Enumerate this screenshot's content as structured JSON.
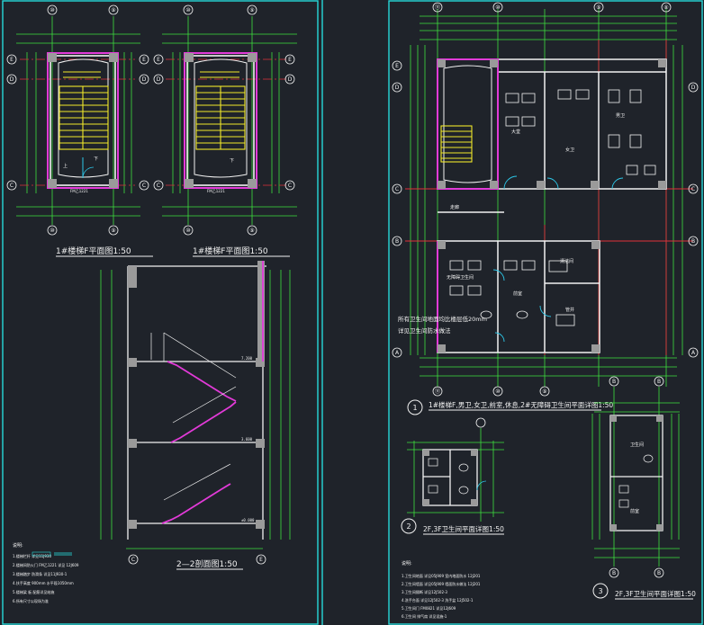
{
  "colors": {
    "background": "#1f232a",
    "frame": "#27d9d9",
    "dimension": "#3ee03e",
    "wall": "#f2f2f2",
    "stair": "#f2e82a",
    "grid_axis": "#e0303a",
    "highlight": "#e23ad8",
    "text": "#f2f2f2",
    "door": "#2cc7e8"
  },
  "left_sheet": {
    "plan1": {
      "title": "1#楼梯F平面图1:50",
      "grid_top": [
        "⑩",
        "⑨"
      ],
      "grid_bottom": [
        "⑩",
        "⑨"
      ],
      "grid_left": [
        "E",
        "D",
        "C"
      ],
      "grid_right": [
        "E",
        "D",
        "C"
      ],
      "labels": [
        "上",
        "下",
        "FM乙1221"
      ]
    },
    "plan2": {
      "title": "1#楼梯F平面图1:50",
      "grid_top": [
        "⑩",
        "⑨"
      ],
      "grid_bottom": [
        "⑩",
        "⑨"
      ],
      "grid_left": [
        "E",
        "D",
        "C"
      ],
      "grid_right": [
        "E",
        "D",
        "C"
      ],
      "labels": [
        "下",
        "FM乙1221"
      ]
    },
    "section": {
      "title": "2—2剖面图1:50",
      "grid_bottom": [
        "C",
        "E"
      ],
      "level_labels": [
        "7.200",
        "3.600",
        "±0.000"
      ]
    },
    "notes_title": "说明:",
    "notes": [
      "1.楼梯栏杆 详见11J930",
      "2.楼梯间防火门 FM乙1221 详见 12J609",
      "3.楼梯踏步 防滑条 详见11J930-1",
      "4.扶手高度 900mm 水平段1050mm",
      "5.楼梯梁 板 配筋详见结施",
      "6.所有尺寸以现场为准"
    ]
  },
  "right_sheet": {
    "main_plan": {
      "title": "1#楼梯F,男卫,女卫,前室,休息,2#无障碍卫生间平面详图1:50",
      "circle_number": "1",
      "grid_top": [
        "⑪",
        "⑩",
        "⑨",
        "⑧"
      ],
      "grid_bottom": [
        "⑪",
        "⑩",
        "⑨"
      ],
      "grid_left": [
        "E",
        "D",
        "C",
        "B",
        "A"
      ],
      "grid_right": [
        "D",
        "C",
        "B",
        "A"
      ],
      "room_labels": [
        "大堂",
        "走廊",
        "女卫",
        "男卫",
        "前室",
        "无障碍卫生间",
        "清洁间",
        "管井"
      ],
      "note_line1": "所有卫生间地面均比楼层低20mm",
      "note_line2": "详见卫生间防水做法"
    },
    "detail2": {
      "title": "2F,3F卫生间平面详图1:50",
      "circle_number": "2"
    },
    "detail3": {
      "title": "2F,3F卫生间平面详图1:50",
      "circle_number": "3",
      "grid_top": [
        "B",
        "B"
      ],
      "grid_bottom": [
        "B",
        "B"
      ],
      "room_labels": [
        "卫生间",
        "前室"
      ]
    },
    "notes_title": "说明:",
    "notes": [
      "1.卫生间地面 详见05J909 室内地面防水 12J201",
      "2.卫生间墙面 详见05J909 墙面防水做法 12J201",
      "3.卫生间隔断 详见12J502-3",
      "4.洗手台面 详见12J502-3 洗手盆 12J502-1",
      "5.卫生间门 FM0821 详见12J609",
      "6.卫生间 排气扇 详见设施-1"
    ]
  }
}
